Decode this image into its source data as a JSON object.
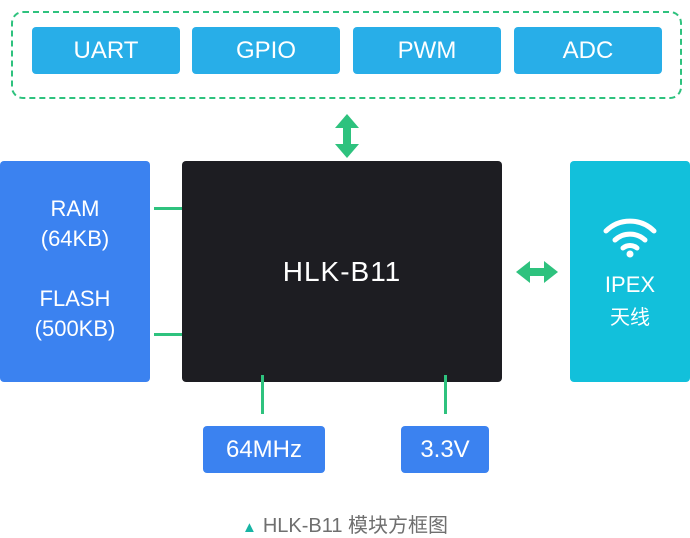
{
  "interfaces": [
    "UART",
    "GPIO",
    "PWM",
    "ADC"
  ],
  "memory": {
    "ram_label": "RAM",
    "ram_size": "(64KB)",
    "flash_label": "FLASH",
    "flash_size": "(500KB)"
  },
  "chip": {
    "name": "HLK-B11"
  },
  "antenna": {
    "label": "IPEX",
    "sublabel": "天线",
    "icon": "wifi-icon"
  },
  "pins": {
    "clock": "64MHz",
    "voltage": "3.3V"
  },
  "caption": {
    "marker": "▲",
    "text": "HLK-B11 模块方框图"
  },
  "colors": {
    "interface_fill": "#28aee8",
    "memory_fill": "#3b82f0",
    "chip_fill": "#1d1d22",
    "antenna_fill": "#12c0db",
    "connector": "#2ec27e"
  }
}
